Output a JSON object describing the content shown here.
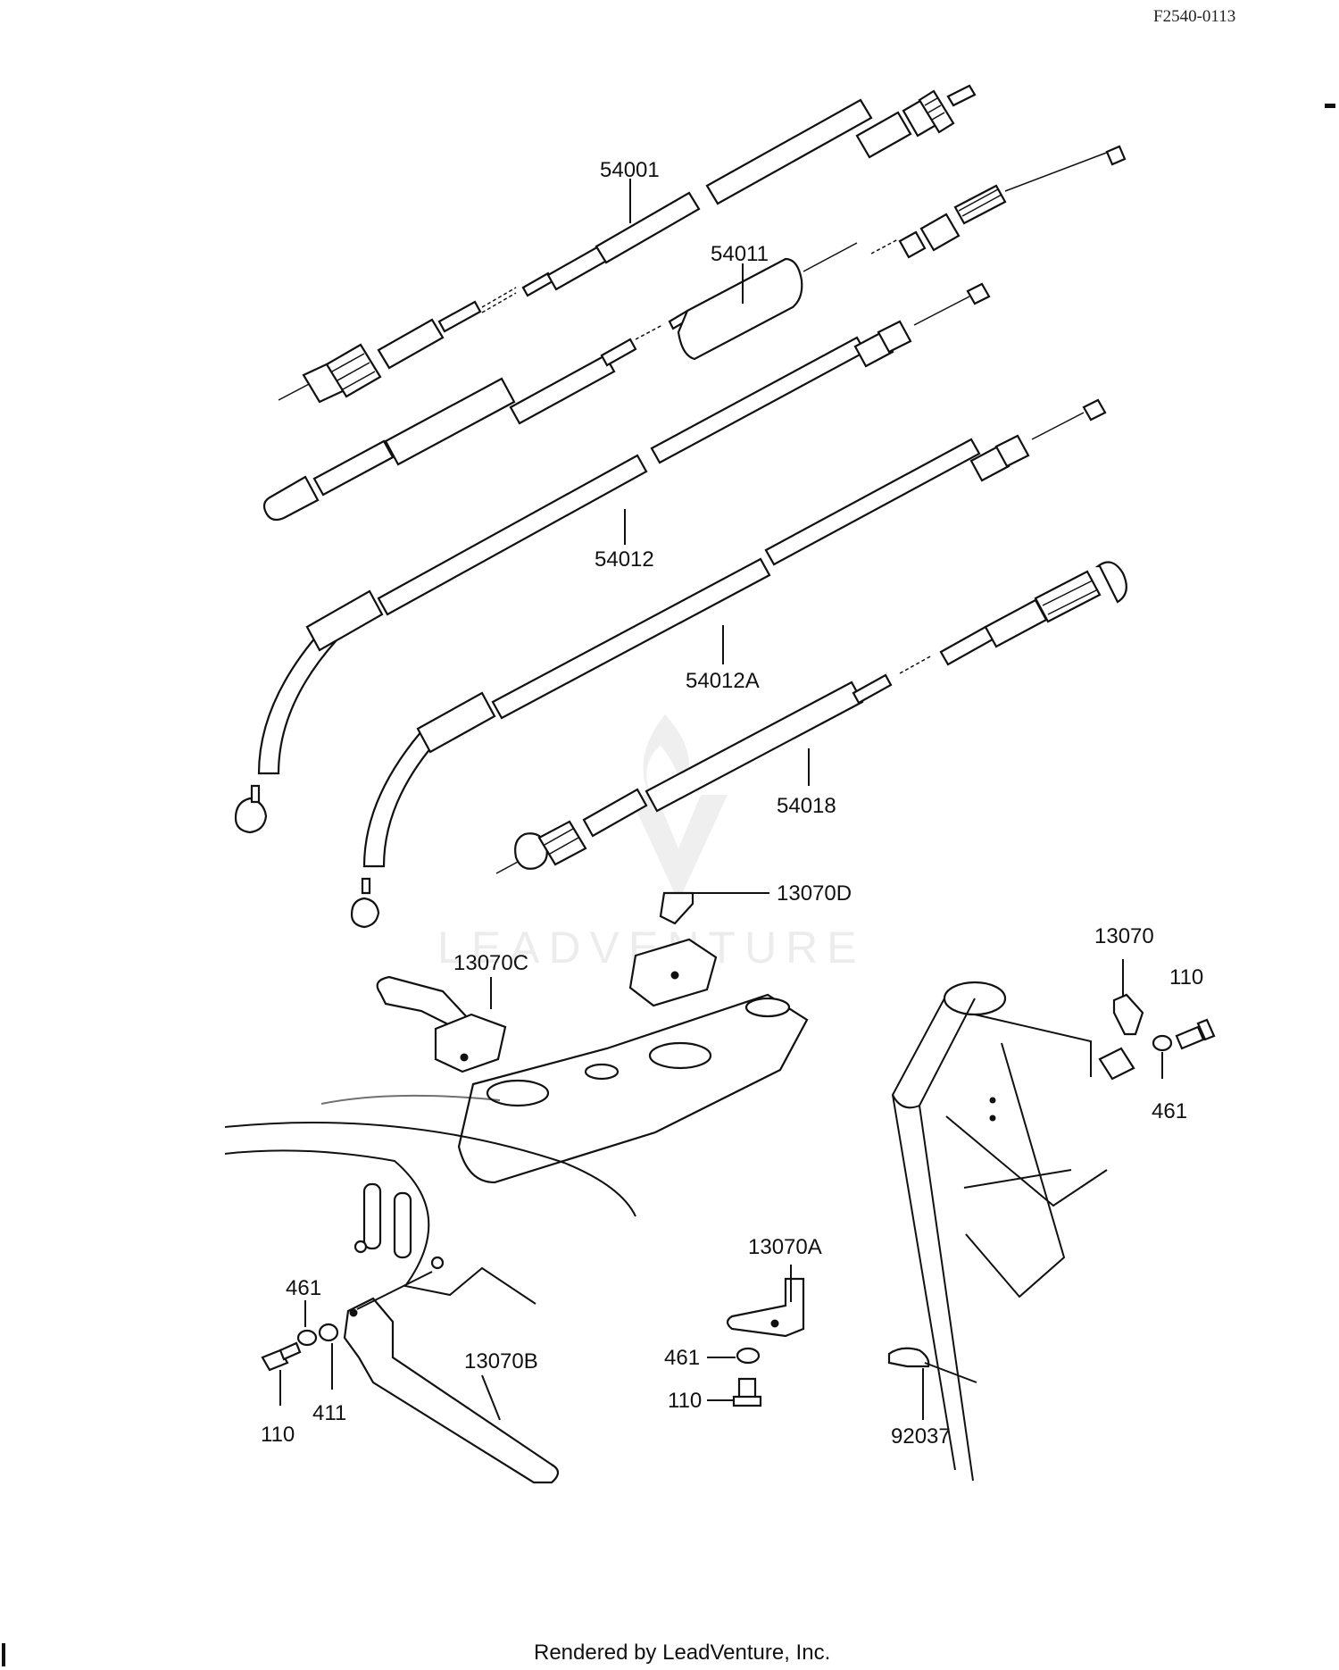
{
  "diagram_id": "F2540-0113",
  "footer": "Rendered by LeadVenture, Inc.",
  "watermark": "LEADVENTURE",
  "callouts": {
    "c54001": "54001",
    "c54011": "54011",
    "c54012": "54012",
    "c54012a": "54012A",
    "c54018": "54018",
    "c13070d": "13070D",
    "c13070c": "13070C",
    "c13070": "13070",
    "c110_right": "110",
    "c461_right": "461",
    "c461_left": "461",
    "c110_left": "110",
    "c411": "411",
    "c13070b": "13070B",
    "c13070a": "13070A",
    "c461_mid": "461",
    "c110_mid": "110",
    "c92037": "92037"
  }
}
